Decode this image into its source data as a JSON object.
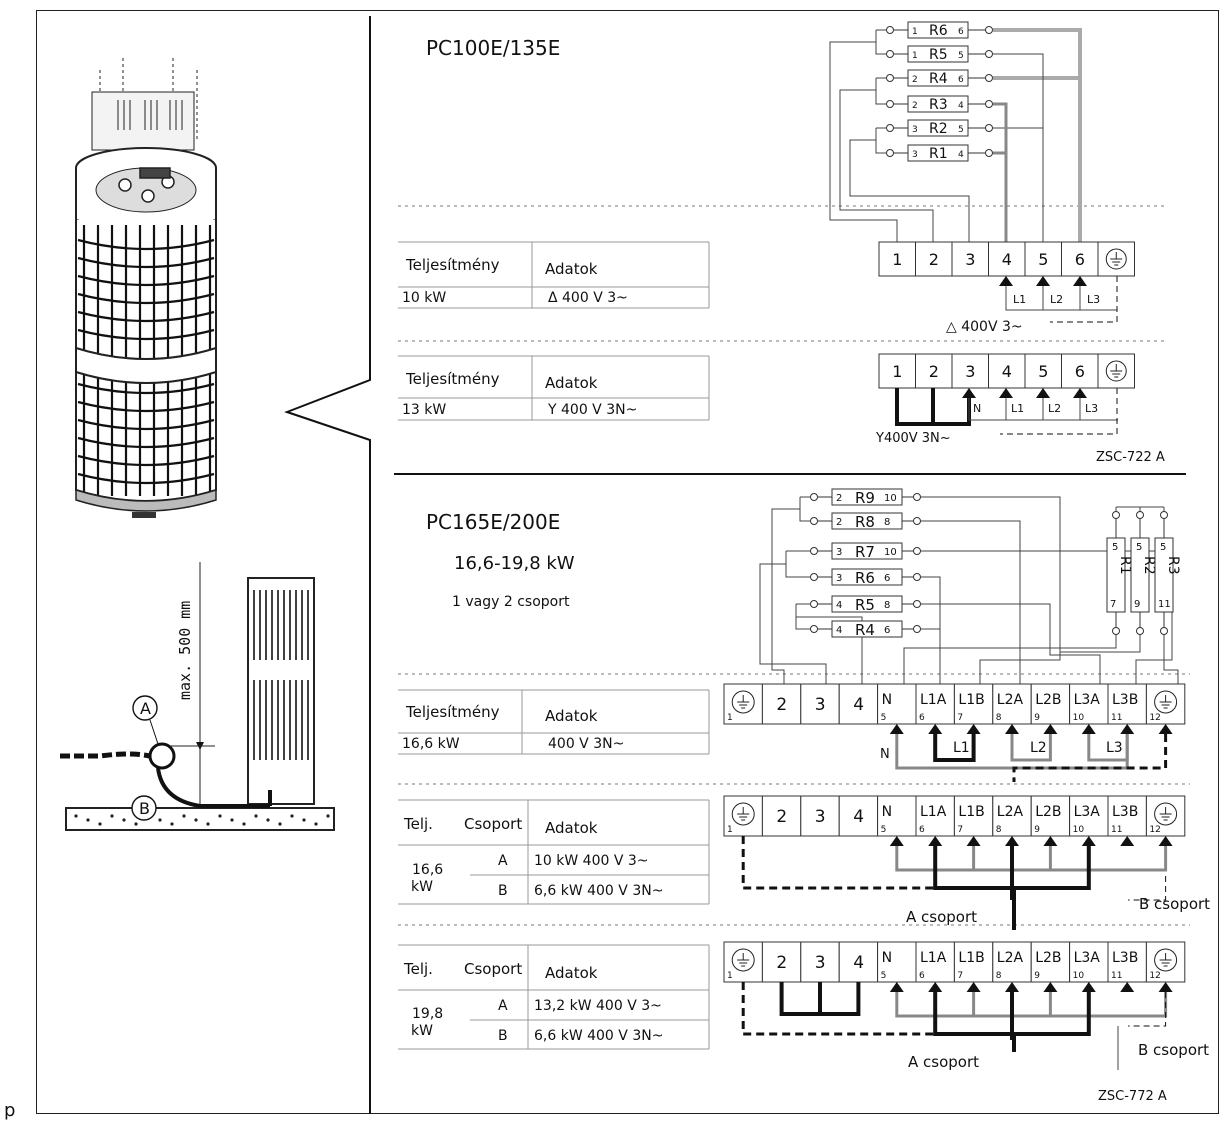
{
  "stray_char": "p",
  "left_panel": {
    "label_a": "A",
    "label_b": "B",
    "max_distance": "max. 500 mm"
  },
  "section1": {
    "title": "PC100E/135E",
    "resistors": [
      {
        "name": "R6",
        "in": "1",
        "out": "6"
      },
      {
        "name": "R5",
        "in": "1",
        "out": "5"
      },
      {
        "name": "R4",
        "in": "2",
        "out": "6"
      },
      {
        "name": "R3",
        "in": "2",
        "out": "4"
      },
      {
        "name": "R2",
        "in": "3",
        "out": "5"
      },
      {
        "name": "R1",
        "in": "3",
        "out": "4"
      }
    ],
    "terminals": [
      "1",
      "2",
      "3",
      "4",
      "5",
      "6"
    ],
    "phase_labels": [
      "L1",
      "L2",
      "L3"
    ],
    "n_label": "N",
    "table1": {
      "col1": "Teljesítmény",
      "col2": "Adatok",
      "power": "10 kW",
      "data": "Δ  400 V 3~"
    },
    "delta_label": "△ 400V 3~",
    "table2": {
      "col1": "Teljesítmény",
      "col2": "Adatok",
      "power": "13 kW",
      "data": "Y  400 V 3N~"
    },
    "star_label": "Y400V 3N~",
    "code": "ZSC-722 A"
  },
  "section2": {
    "title": "PC165E/200E",
    "range": "16,6-19,8 kW",
    "groups_note": "1 vagy 2 csoport",
    "left_resistors": [
      {
        "name": "R9",
        "in": "2",
        "out": "10"
      },
      {
        "name": "R8",
        "in": "2",
        "out": "8"
      },
      {
        "name": "R7",
        "in": "3",
        "out": "10"
      },
      {
        "name": "R6",
        "in": "3",
        "out": "6"
      },
      {
        "name": "R5",
        "in": "4",
        "out": "8"
      },
      {
        "name": "R4",
        "in": "4",
        "out": "6"
      }
    ],
    "right_resistors": [
      {
        "name": "R1",
        "top": "5",
        "bottom": "7"
      },
      {
        "name": "R2",
        "top": "5",
        "bottom": "9"
      },
      {
        "name": "R3",
        "top": "5",
        "bottom": "11"
      }
    ],
    "terminals": [
      {
        "label": "",
        "num": "1"
      },
      {
        "label": "2",
        "num": ""
      },
      {
        "label": "3",
        "num": ""
      },
      {
        "label": "4",
        "num": ""
      },
      {
        "label": "N",
        "num": "5"
      },
      {
        "label": "L1A",
        "num": "6"
      },
      {
        "label": "L1B",
        "num": "7"
      },
      {
        "label": "L2A",
        "num": "8"
      },
      {
        "label": "L2B",
        "num": "9"
      },
      {
        "label": "L3A",
        "num": "10"
      },
      {
        "label": "L3B",
        "num": "11"
      },
      {
        "label": "",
        "num": "12"
      }
    ],
    "phase_labels": [
      "L1",
      "L2",
      "L3"
    ],
    "n_label": "N",
    "table_a": {
      "col1": "Teljesítmény",
      "col2": "Adatok",
      "power": "16,6 kW",
      "data": "400 V 3N~"
    },
    "table_b": {
      "col1": "Telj.",
      "col2": "Csoport",
      "col3": "Adatok",
      "power": "16,6 kW",
      "rows": [
        {
          "group": "A",
          "data": "10 kW 400 V 3~"
        },
        {
          "group": "B",
          "data": "6,6 kW 400 V 3N~"
        }
      ]
    },
    "table_c": {
      "col1": "Telj.",
      "col2": "Csoport",
      "col3": "Adatok",
      "power": "19,8 kW",
      "rows": [
        {
          "group": "A",
          "data": "13,2 kW 400 V 3~"
        },
        {
          "group": "B",
          "data": "6,6 kW 400 V 3N~"
        }
      ]
    },
    "group_a": "A csoport",
    "group_b": "B csoport",
    "code": "ZSC-772 A"
  }
}
